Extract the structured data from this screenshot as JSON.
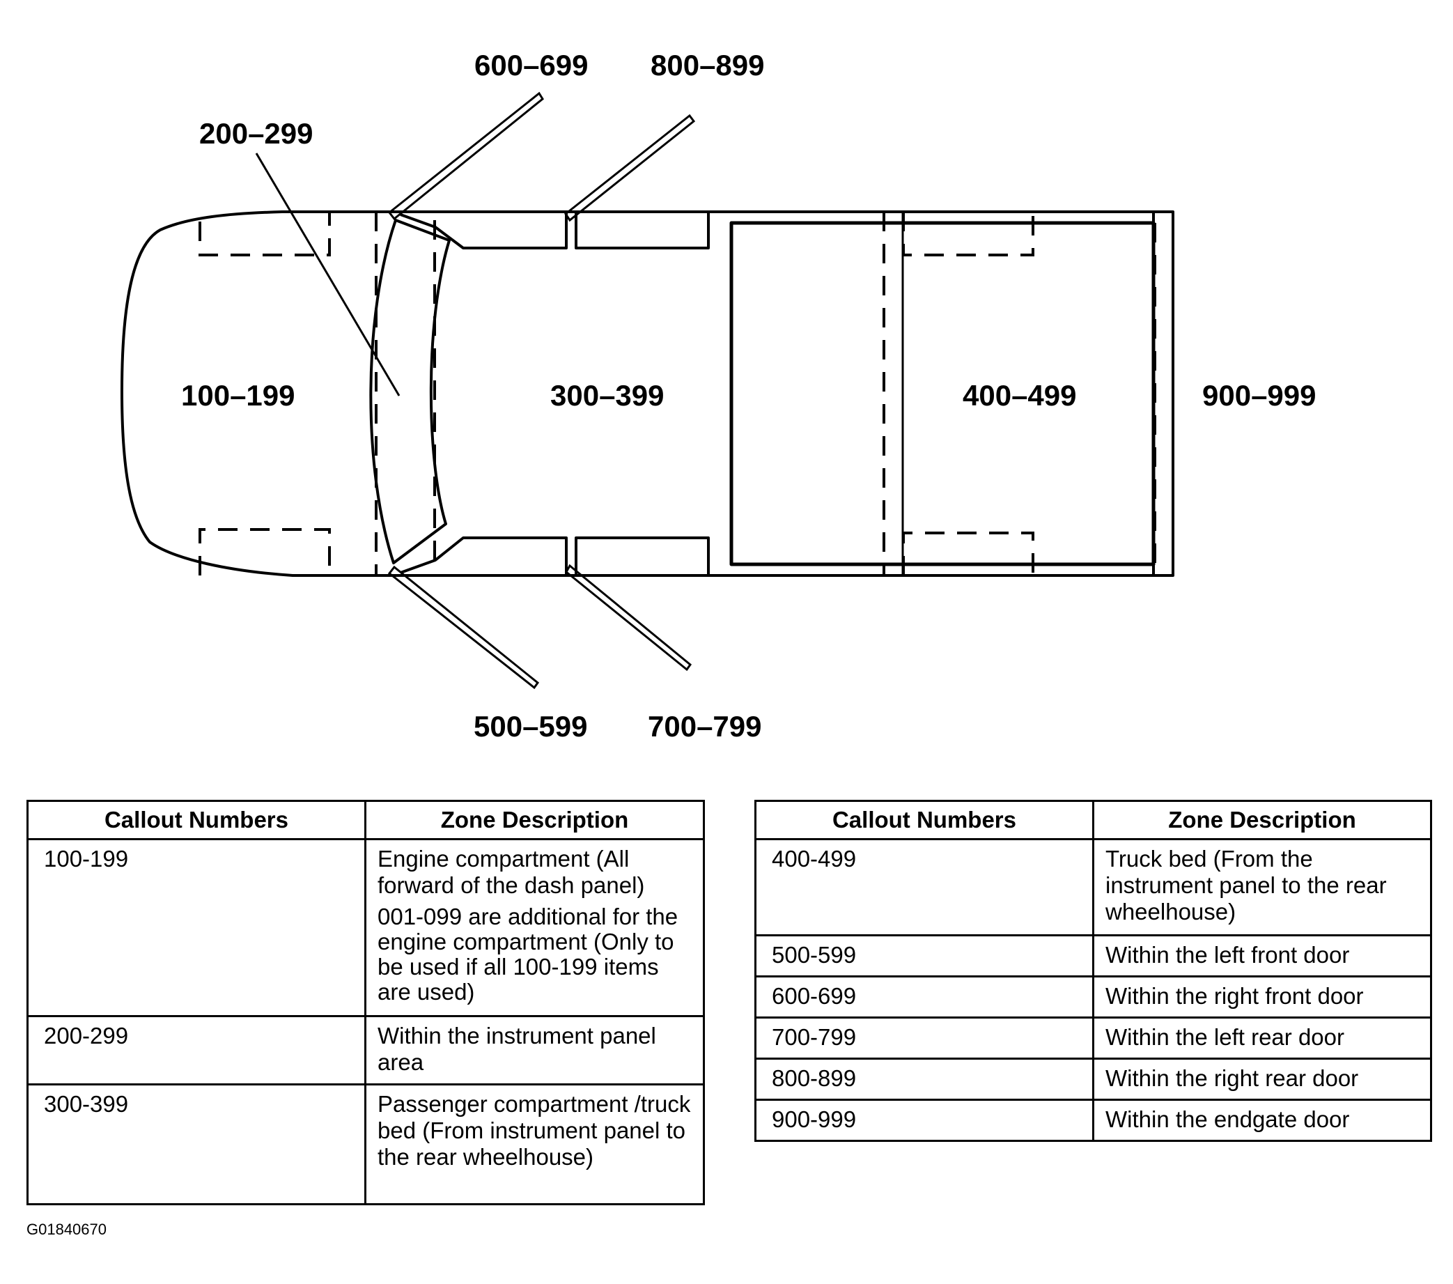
{
  "zone_labels": {
    "z100": "100–199",
    "z200": "200–299",
    "z300": "300–399",
    "z400": "400–499",
    "z500": "500–599",
    "z600": "600–699",
    "z700": "700–799",
    "z800": "800–899",
    "z900": "900–999"
  },
  "table_headers": {
    "callout": "Callout Numbers",
    "zone": "Zone Description"
  },
  "table_left": [
    {
      "callout": "100-199",
      "desc": "Engine compartment (All forward of the dash panel)",
      "note": "001-099 are additional for the engine compartment (Only to be used if all 100-199 items are used)"
    },
    {
      "callout": "200-299",
      "desc": "Within the instrument panel area"
    },
    {
      "callout": "300-399",
      "desc": "Passenger compartment /truck bed (From instrument panel to the rear wheelhouse)"
    }
  ],
  "table_right": [
    {
      "callout": "400-499",
      "desc": "Truck bed (From the instrument panel to the rear wheelhouse)"
    },
    {
      "callout": "500-599",
      "desc": "Within the left front door"
    },
    {
      "callout": "600-699",
      "desc": "Within the right front door"
    },
    {
      "callout": "700-799",
      "desc": "Within the left rear door"
    },
    {
      "callout": "800-899",
      "desc": "Within the right rear door"
    },
    {
      "callout": "900-999",
      "desc": "Within the endgate door"
    }
  ],
  "figure_id": "G01840670"
}
